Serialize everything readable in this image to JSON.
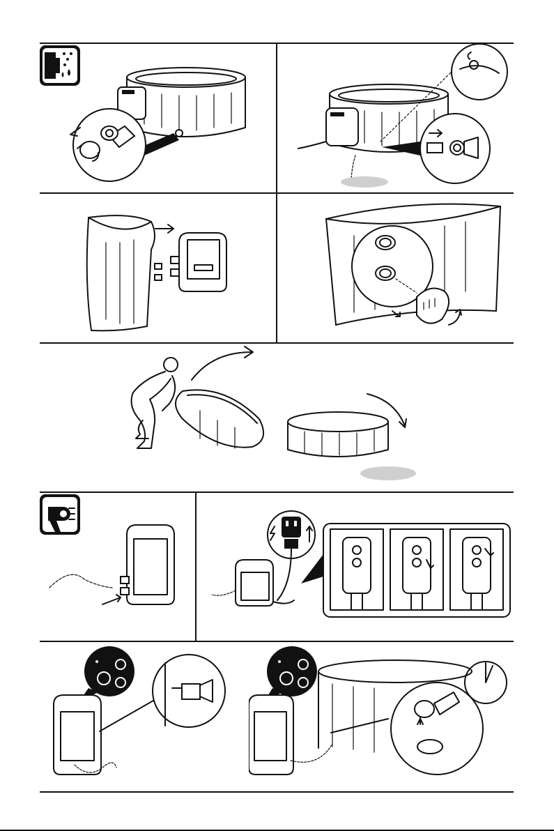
{
  "colors": {
    "ink": "#111111",
    "puddle": "#cfcfcf",
    "paper": "#ffffff"
  },
  "icons": {
    "drain": "drain-icon",
    "dryer": "hair-dryer-icon",
    "clock": "clock-icon",
    "plug": "plug-icon",
    "mode": "three-dots-mode-icon"
  },
  "steps": [
    "drain-tub",
    "open-drain-valve",
    "detach-pump",
    "remove-connector-caps",
    "tip-tub",
    "dry-pump",
    "pump-control-buttons",
    "connect-pump-hose",
    "dry-hose-connector"
  ]
}
